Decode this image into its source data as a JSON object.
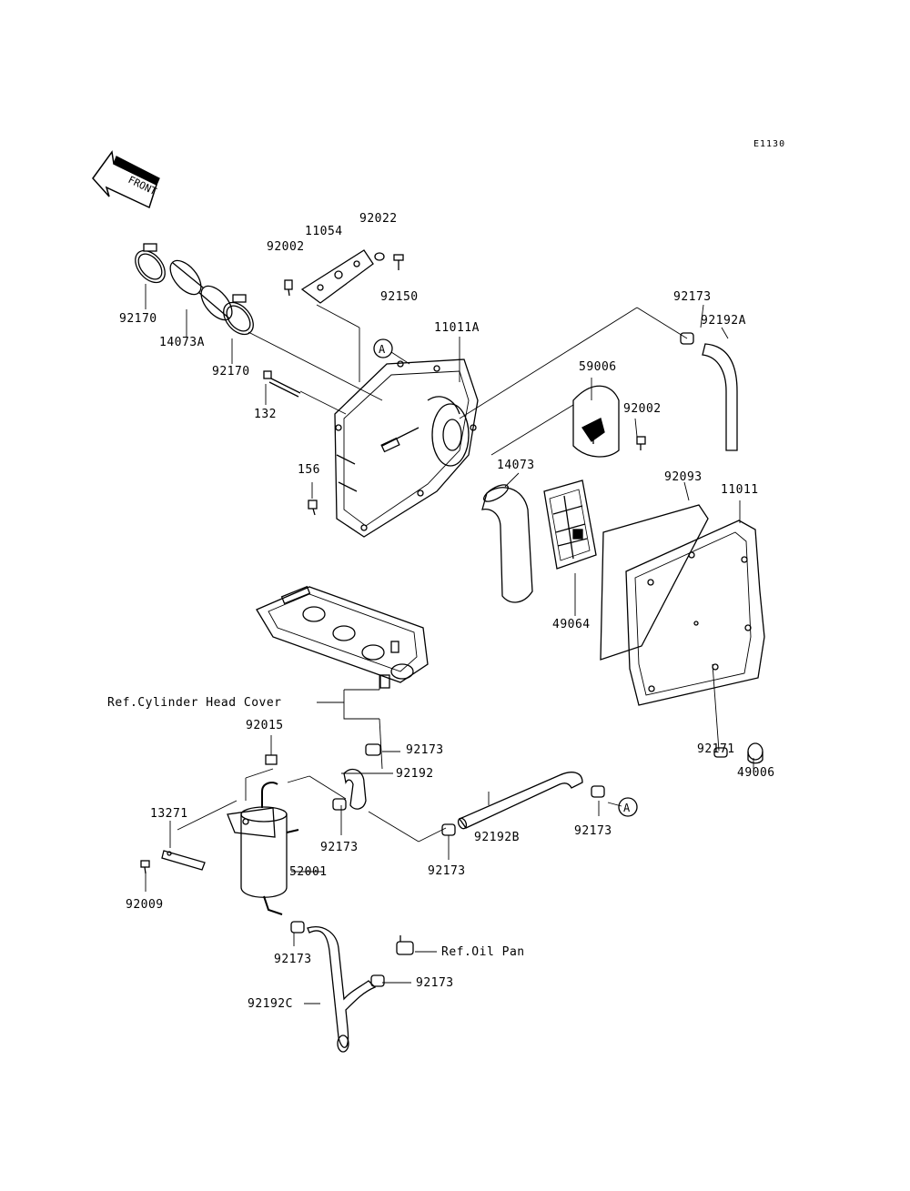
{
  "diagram": {
    "code": "E1130",
    "front_label": "FRONT",
    "ref_marker": "A",
    "parts": {
      "p92022": "92022",
      "p11054": "11054",
      "p92002_top": "92002",
      "p92150": "92150",
      "p92170_top": "92170",
      "p14073A": "14073A",
      "p92170_mid": "92170",
      "p132": "132",
      "p156": "156",
      "p11011A": "11011A",
      "p92173_top": "92173",
      "p92192A": "92192A",
      "p59006": "59006",
      "p92002_right": "92002",
      "p14073": "14073",
      "p92093": "92093",
      "p11011": "11011",
      "p49064": "49064",
      "ref_cyl_head": "Ref.Cylinder Head Cover",
      "p92015": "92015",
      "p92173_a": "92173",
      "p92192": "92192",
      "p92171": "92171",
      "p49006": "49006",
      "p13271": "13271",
      "p92173_b": "92173",
      "p52001": "52001",
      "p92192B": "92192B",
      "p92173_c": "92173",
      "p92173_d": "92173",
      "p92009": "92009",
      "ref_oil_pan": "Ref.Oil Pan",
      "p92173_e": "92173",
      "p92173_f": "92173",
      "p92192C": "92192C"
    }
  }
}
